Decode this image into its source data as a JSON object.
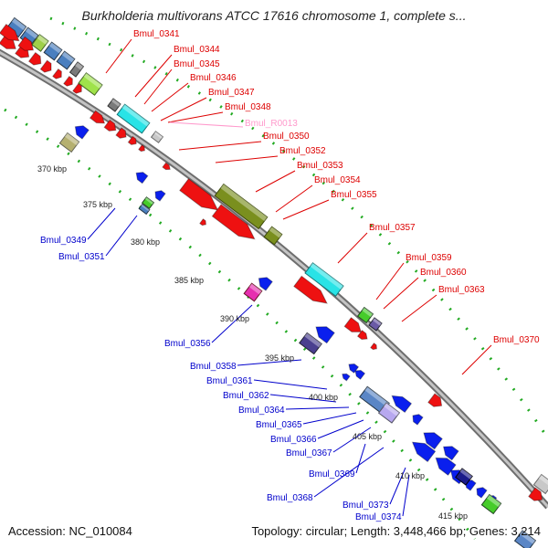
{
  "header": {
    "title": "Burkholderia multivorans ATCC 17616 chromosome 1, complete s..."
  },
  "footer": {
    "accession": "Accession: NC_010084",
    "topology": "Topology: circular; Length: 3,448,466 bp; Genes: 3,214"
  },
  "colors": {
    "forward_label": "#dd0000",
    "reverse_label": "#0000cc",
    "rna_label": "#ff99cc",
    "backbone": "#8a8a8a",
    "ticks": "#228822"
  },
  "scale_labels": [
    "370 kbp",
    "375 kbp",
    "380 kbp",
    "385 kbp",
    "390 kbp",
    "395 kbp",
    "400 kbp",
    "405 kbp",
    "410 kbp",
    "415 kbp"
  ],
  "forward_genes": [
    "Bmul_0341",
    "Bmul_0344",
    "Bmul_0345",
    "Bmul_0346",
    "Bmul_0347",
    "Bmul_0348",
    "Bmul_0350",
    "Bmul_0352",
    "Bmul_0353",
    "Bmul_0354",
    "Bmul_0355",
    "Bmul_0357",
    "Bmul_0359",
    "Bmul_0360",
    "Bmul_0363",
    "Bmul_0370"
  ],
  "rna_genes": [
    "Bmul_R0013"
  ],
  "reverse_genes": [
    "Bmul_0349",
    "Bmul_0351",
    "Bmul_0356",
    "Bmul_0358",
    "Bmul_0361",
    "Bmul_0362",
    "Bmul_0364",
    "Bmul_0365",
    "Bmul_0366",
    "Bmul_0367",
    "Bmul_0369",
    "Bmul_0368",
    "Bmul_0373",
    "Bmul_0374"
  ]
}
